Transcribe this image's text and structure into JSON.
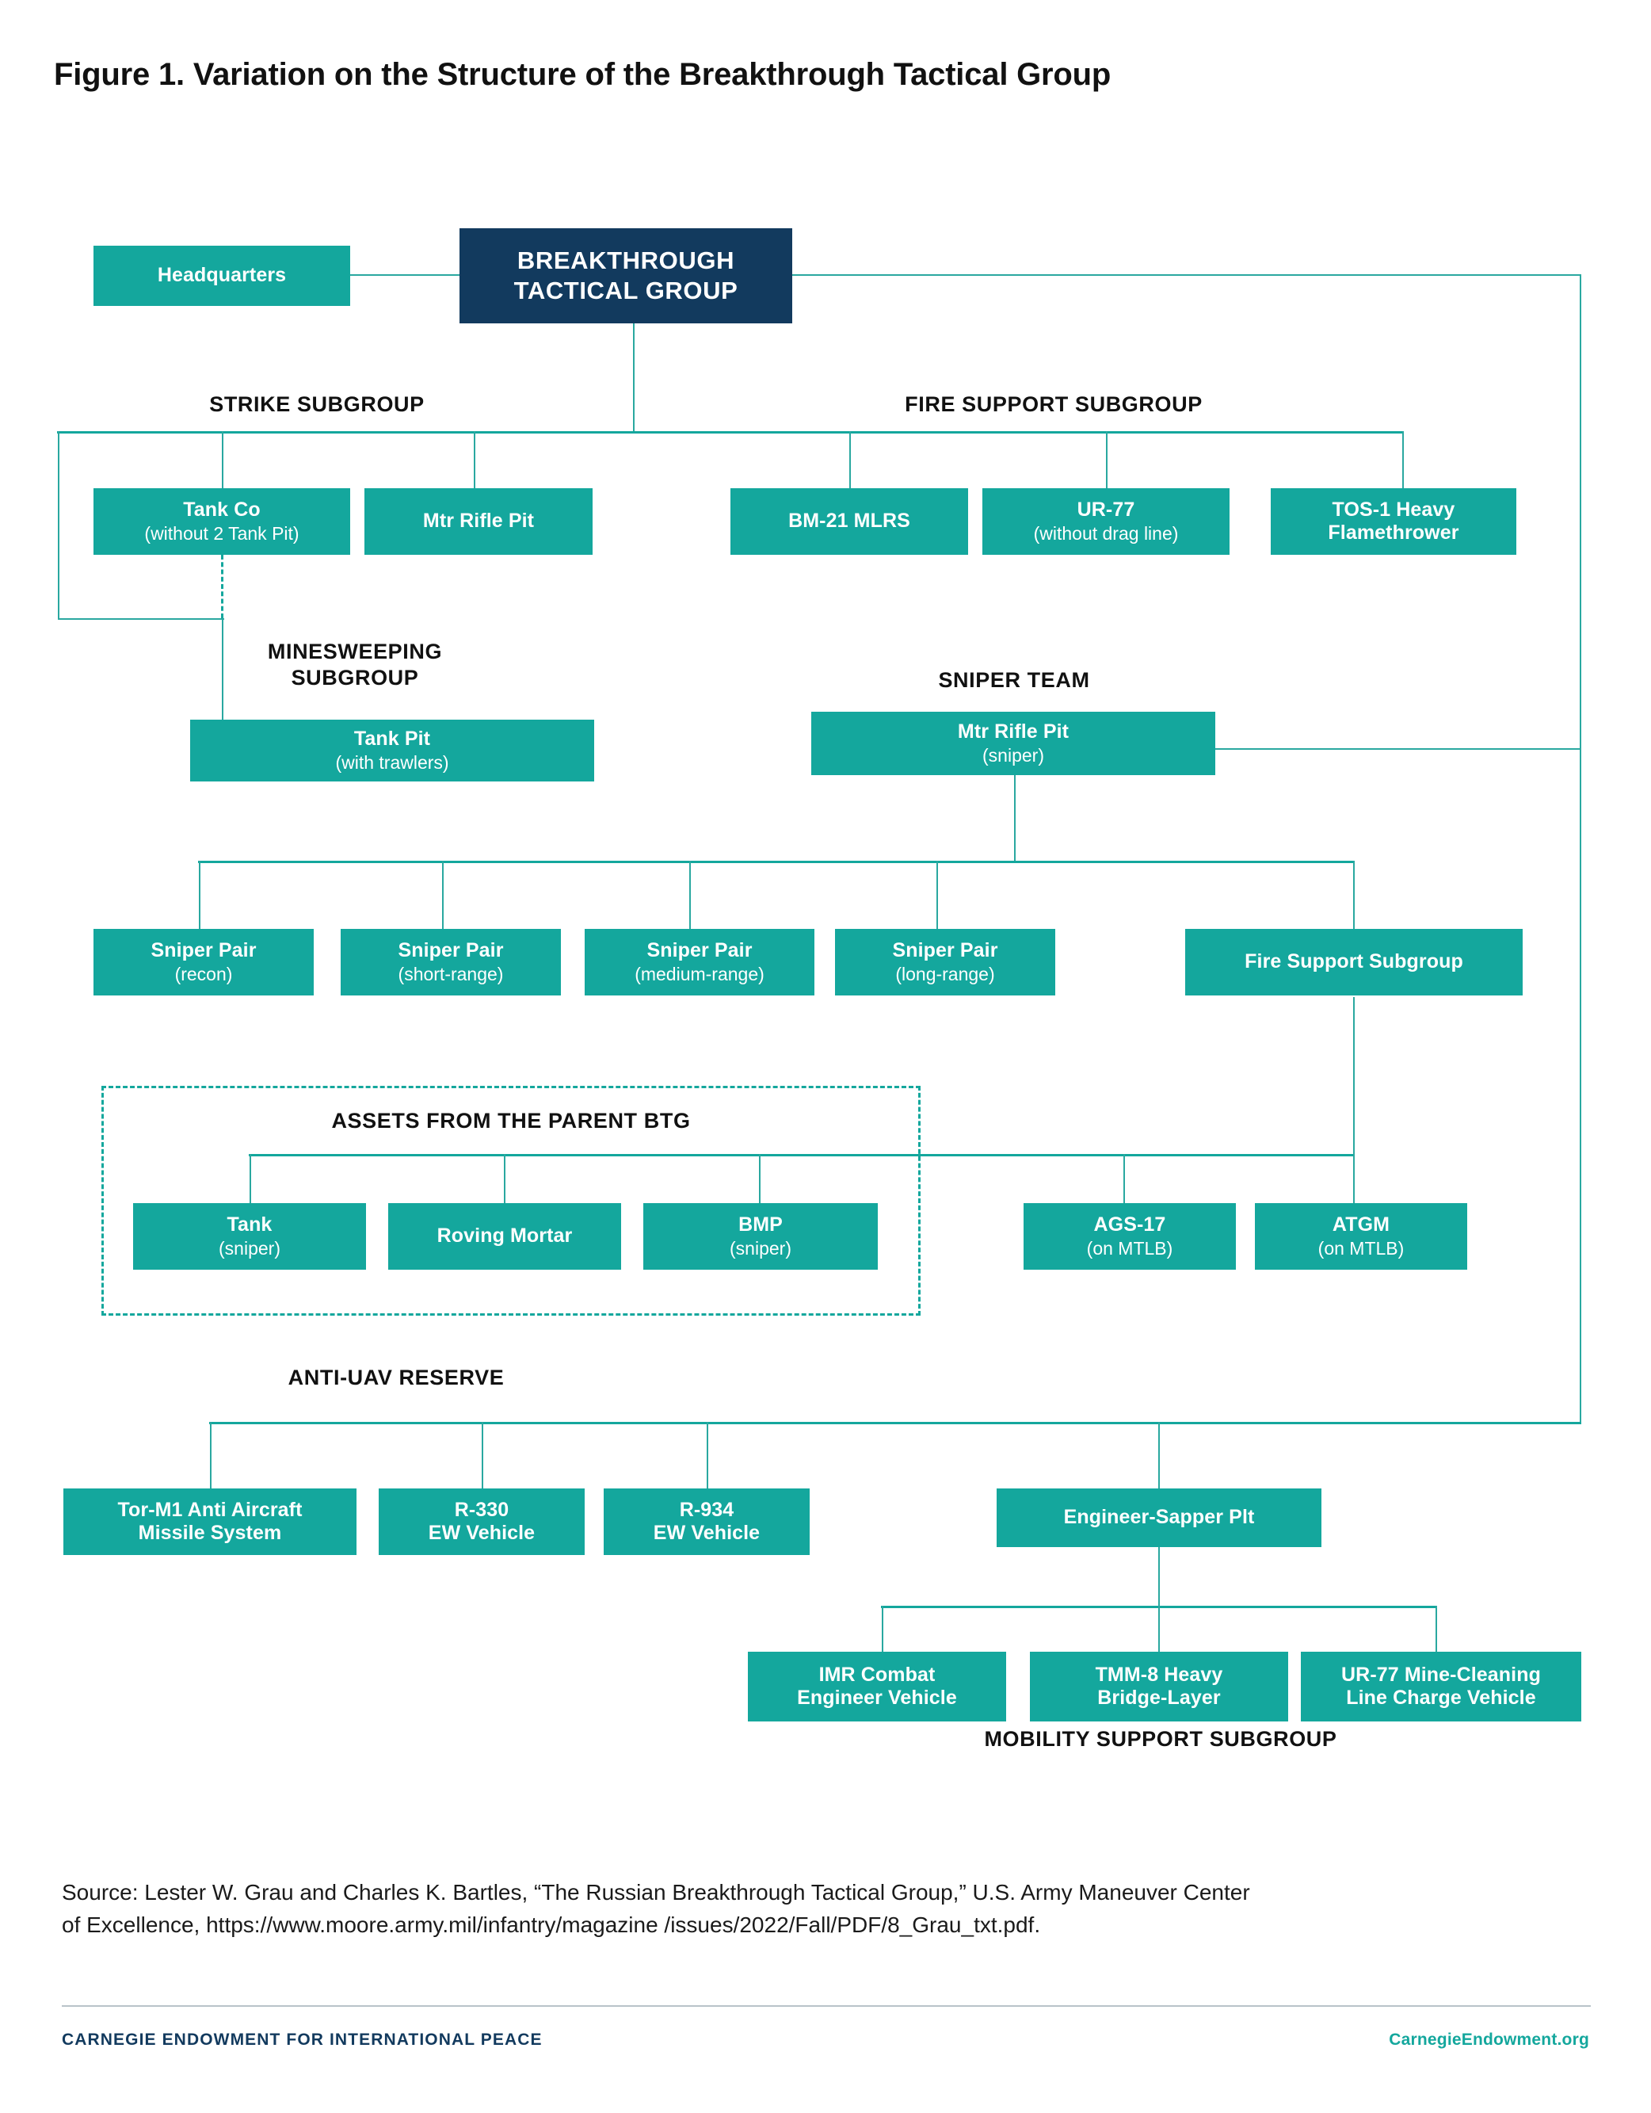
{
  "figure": {
    "title": "Figure 1. Variation on the Structure of the Breakthrough Tactical Group"
  },
  "colors": {
    "teal": "#14a79d",
    "navy": "#123a5e",
    "text": "#111111",
    "rule": "#b9c3c9"
  },
  "captions": {
    "strike": "STRIKE SUBGROUP",
    "fire_support": "FIRE SUPPORT SUBGROUP",
    "minesweeping": "MINESWEEPING\nSUBGROUP",
    "sniper_team": "SNIPER TEAM",
    "parent_assets": "ASSETS FROM THE PARENT BTG",
    "anti_uav": "ANTI-UAV RESERVE",
    "mobility": "MOBILITY SUPPORT SUBGROUP"
  },
  "nodes": {
    "headquarters": {
      "line1": "Headquarters",
      "line2": ""
    },
    "root": {
      "line1": "BREAKTHROUGH",
      "line2": "TACTICAL GROUP"
    },
    "tank_co": {
      "line1": "Tank Co",
      "line2": "(without 2 Tank Pit)"
    },
    "mtr_rifle_pit": {
      "line1": "Mtr Rifle Pit",
      "line2": ""
    },
    "bm21": {
      "line1": "BM-21 MLRS",
      "line2": ""
    },
    "ur77": {
      "line1": "UR-77",
      "line2": "(without drag line)"
    },
    "tos1": {
      "line1": "TOS-1 Heavy",
      "line2": "Flamethrower"
    },
    "tank_pit": {
      "line1": "Tank Pit",
      "line2": "(with trawlers)"
    },
    "mtr_rifle_sniper": {
      "line1": "Mtr Rifle Pit",
      "line2": "(sniper)"
    },
    "sniper_recon": {
      "line1": "Sniper Pair",
      "line2": "(recon)"
    },
    "sniper_short": {
      "line1": "Sniper Pair",
      "line2": "(short-range)"
    },
    "sniper_medium": {
      "line1": "Sniper Pair",
      "line2": "(medium-range)"
    },
    "sniper_long": {
      "line1": "Sniper Pair",
      "line2": "(long-range)"
    },
    "fire_support_sub": {
      "line1": "Fire Support Subgroup",
      "line2": ""
    },
    "tank_sniper": {
      "line1": "Tank",
      "line2": "(sniper)"
    },
    "roving_mortar": {
      "line1": "Roving Mortar",
      "line2": ""
    },
    "bmp_sniper": {
      "line1": "BMP",
      "line2": "(sniper)"
    },
    "ags17": {
      "line1": "AGS-17",
      "line2": "(on MTLB)"
    },
    "atgm": {
      "line1": "ATGM",
      "line2": "(on MTLB)"
    },
    "tor_m1": {
      "line1": "Tor-M1 Anti Aircraft",
      "line2": "Missile System"
    },
    "r330": {
      "line1": "R-330",
      "line2": "EW Vehicle"
    },
    "r934": {
      "line1": "R-934",
      "line2": "EW Vehicle"
    },
    "engineer_sapper": {
      "line1": "Engineer-Sapper Plt",
      "line2": ""
    },
    "imr": {
      "line1": "IMR Combat",
      "line2": "Engineer Vehicle"
    },
    "tmm8": {
      "line1": "TMM-8 Heavy",
      "line2": "Bridge-Layer"
    },
    "ur77_mine": {
      "line1": "UR-77 Mine-Cleaning",
      "line2": "Line Charge Vehicle"
    }
  },
  "source": {
    "line1": "Source: Lester W. Grau and Charles K. Bartles, “The Russian Breakthrough Tactical Group,” U.S. Army Maneuver Center",
    "line2": "of Excellence, https://www.moore.army.mil/infantry/magazine /issues/2022/Fall/PDF/8_Grau_txt.pdf."
  },
  "footer": {
    "org": "CARNEGIE ENDOWMENT FOR INTERNATIONAL PEACE",
    "site": "CarnegieEndowment.org"
  },
  "chart_data": {
    "type": "diagram",
    "diagram_kind": "organizational-hierarchy",
    "title": "Figure 1. Variation on the Structure of the Breakthrough Tactical Group",
    "root": "BREAKTHROUGH TACTICAL GROUP",
    "groups": [
      {
        "name": "STRIKE SUBGROUP",
        "members": [
          "Tank Co (without 2 Tank Pit)",
          "Mtr Rifle Pit"
        ]
      },
      {
        "name": "FIRE SUPPORT SUBGROUP",
        "members": [
          "BM-21 MLRS",
          "UR-77 (without drag line)",
          "TOS-1 Heavy Flamethrower"
        ]
      },
      {
        "name": "MINESWEEPING SUBGROUP",
        "members": [
          "Tank Pit (with trawlers)"
        ]
      },
      {
        "name": "SNIPER TEAM",
        "members": [
          "Mtr Rifle Pit (sniper)",
          "Sniper Pair (recon)",
          "Sniper Pair (short-range)",
          "Sniper Pair (medium-range)",
          "Sniper Pair (long-range)",
          "Fire Support Subgroup"
        ]
      },
      {
        "name": "ASSETS FROM THE PARENT BTG",
        "members": [
          "Tank (sniper)",
          "Roving Mortar",
          "BMP (sniper)"
        ]
      },
      {
        "name": "FIRE SUPPORT SUBGROUP (sniper team)",
        "members": [
          "AGS-17 (on MTLB)",
          "ATGM (on MTLB)"
        ]
      },
      {
        "name": "ANTI-UAV RESERVE",
        "members": [
          "Tor-M1 Anti Aircraft Missile System",
          "R-330 EW Vehicle",
          "R-934 EW Vehicle"
        ]
      },
      {
        "name": "MOBILITY SUPPORT SUBGROUP",
        "members": [
          "Engineer-Sapper Plt",
          "IMR Combat Engineer Vehicle",
          "TMM-8 Heavy Bridge-Layer",
          "UR-77 Mine-Cleaning Line Charge Vehicle"
        ]
      }
    ],
    "standalone": [
      "Headquarters"
    ],
    "edges": [
      {
        "from": "BREAKTHROUGH TACTICAL GROUP",
        "to": "Headquarters",
        "style": "solid"
      },
      {
        "from": "BREAKTHROUGH TACTICAL GROUP",
        "to": "STRIKE SUBGROUP",
        "style": "solid"
      },
      {
        "from": "BREAKTHROUGH TACTICAL GROUP",
        "to": "FIRE SUPPORT SUBGROUP",
        "style": "solid"
      },
      {
        "from": "Tank Co (without 2 Tank Pit)",
        "to": "Tank Pit (with trawlers)",
        "style": "dashed"
      },
      {
        "from": "BREAKTHROUGH TACTICAL GROUP",
        "to": "Mtr Rifle Pit (sniper)",
        "style": "solid"
      },
      {
        "from": "Mtr Rifle Pit (sniper)",
        "to": "Sniper Pair (recon)",
        "style": "solid"
      },
      {
        "from": "Mtr Rifle Pit (sniper)",
        "to": "Sniper Pair (short-range)",
        "style": "solid"
      },
      {
        "from": "Mtr Rifle Pit (sniper)",
        "to": "Sniper Pair (medium-range)",
        "style": "solid"
      },
      {
        "from": "Mtr Rifle Pit (sniper)",
        "to": "Sniper Pair (long-range)",
        "style": "solid"
      },
      {
        "from": "Mtr Rifle Pit (sniper)",
        "to": "Fire Support Subgroup",
        "style": "solid"
      },
      {
        "from": "Fire Support Subgroup",
        "to": "ASSETS FROM THE PARENT BTG",
        "style": "solid"
      },
      {
        "from": "Fire Support Subgroup",
        "to": "AGS-17 (on MTLB)",
        "style": "solid"
      },
      {
        "from": "Fire Support Subgroup",
        "to": "ATGM (on MTLB)",
        "style": "solid"
      },
      {
        "from": "BREAKTHROUGH TACTICAL GROUP",
        "to": "ANTI-UAV RESERVE",
        "style": "solid"
      },
      {
        "from": "BREAKTHROUGH TACTICAL GROUP",
        "to": "Engineer-Sapper Plt",
        "style": "solid"
      },
      {
        "from": "Engineer-Sapper Plt",
        "to": "IMR Combat Engineer Vehicle",
        "style": "solid"
      },
      {
        "from": "Engineer-Sapper Plt",
        "to": "TMM-8 Heavy Bridge-Layer",
        "style": "solid"
      },
      {
        "from": "Engineer-Sapper Plt",
        "to": "UR-77 Mine-Cleaning Line Charge Vehicle",
        "style": "solid"
      }
    ]
  }
}
